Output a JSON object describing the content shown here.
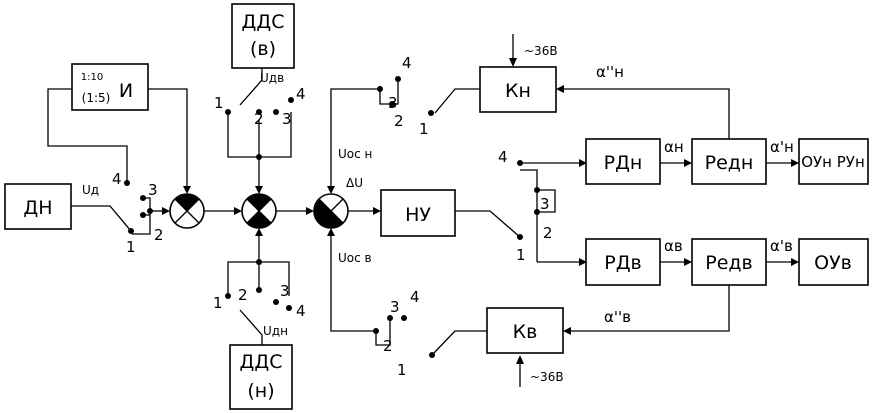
{
  "blocks": {
    "dn": "ДН",
    "integrator": "И",
    "ratio_1": "1:10",
    "ratio_2": "(1:5)",
    "dds_top_1": "ДДС",
    "dds_top_2": "(в)",
    "dds_bot_1": "ДДС",
    "dds_bot_2": "(н)",
    "nu": "НУ",
    "kn": "Кн",
    "kv": "Кв",
    "rd_n": "РДн",
    "rd_v": "РДв",
    "red_n": "Редн",
    "red_v": "Редв",
    "ou_n": "ОУн РУн",
    "ou_v": "ОУв"
  },
  "signals": {
    "ud": "Uд",
    "udv": "Uдв",
    "udn": "Uдн",
    "uos_n": "Uос н",
    "uos_v": "Uос в",
    "delta_u": "ΔU",
    "alpha_n": "αн",
    "alpha_v": "αв",
    "alpha_n_prime": "α'н",
    "alpha_v_prime": "α'в",
    "alpha_n_dprime": "α''н",
    "alpha_v_dprime": "α''в",
    "v36_top": "~36В",
    "v36_bot": "~36В"
  },
  "switch_numbers": [
    "1",
    "2",
    "3",
    "4"
  ]
}
